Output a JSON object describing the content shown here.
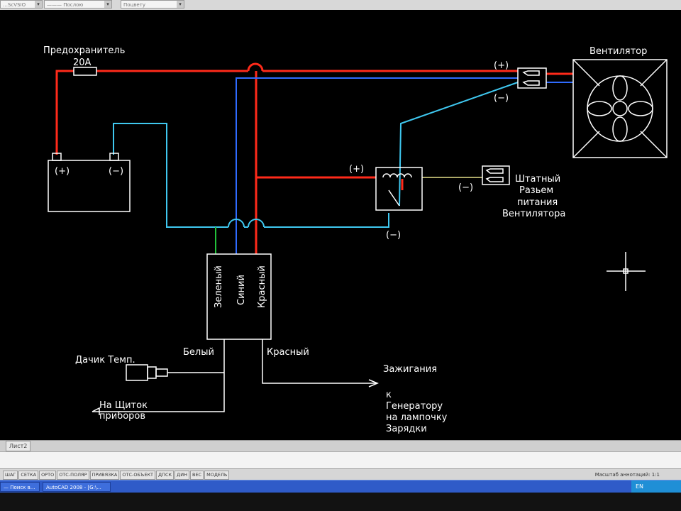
{
  "toolbar": {
    "field1": "…ScVSIO",
    "field2": "——— Послою",
    "field3": "Поцвету"
  },
  "diagram": {
    "fuse_label": "Предохранитель",
    "fuse_rating": "20A",
    "fan_label": "Вентилятор",
    "battery_plus": "(+)",
    "battery_minus": "(−)",
    "connector_plus": "(+)",
    "connector_minus": "(−)",
    "relay_plus": "(+)",
    "relay_minus_right": "(−)",
    "relay_minus_bottom": "(−)",
    "stock_connector_line1": "Штатный",
    "stock_connector_line2": "Разьем",
    "stock_connector_line3": "питания",
    "stock_connector_line4": "Вентилятора",
    "wire_green": "Зеленый",
    "wire_blue": "Синий",
    "wire_red": "Красный",
    "white_label": "Белый",
    "red_label": "Красный",
    "temp_sensor": "Дачик Темп.",
    "dashboard_line1": "На Щиток",
    "dashboard_line2": "приборов",
    "ignition": "Зажигания",
    "generator_line1": "к",
    "generator_line2": "Генератору",
    "generator_line3": "на лампочку",
    "generator_line4": "Зарядки"
  },
  "tabs": {
    "layout_tab": "Лист2"
  },
  "status": {
    "buttons": [
      "ШАГ",
      "СЕТКА",
      "ОРТО",
      "ОТС-ПОЛЯР",
      "ПРИВЯЗКА",
      "ОТС-ОБЪЕКТ",
      "ДПСК",
      "ДИН",
      "ВЕС",
      "МОДЕЛЬ"
    ],
    "scale": "Масштаб аннотаций:  1:1"
  },
  "taskbar": {
    "item1": "— Поиск в…",
    "item2": "AutoCAD 2008 - [G:\\...",
    "tray": "EN"
  },
  "colors": {
    "red_wire": "#ff2a1a",
    "blue_wire": "#2f6bff",
    "cyan_wire": "#3fc8f0",
    "green_wire": "#22c23a",
    "yellow_wire": "#e6e08a",
    "drawing": "#ffffff"
  }
}
